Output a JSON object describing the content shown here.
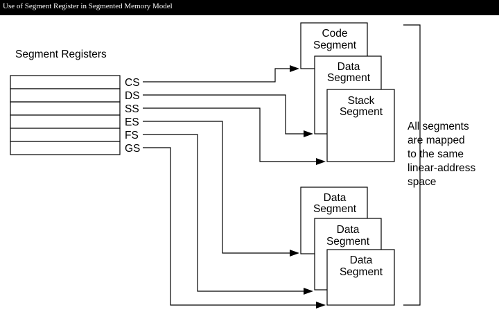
{
  "header": {
    "title": "Use of Segment Register in Segmented Memory Model"
  },
  "registers": {
    "heading": "Segment Registers",
    "labels": [
      "CS",
      "DS",
      "SS",
      "ES",
      "FS",
      "GS"
    ]
  },
  "top_group": {
    "segments": [
      [
        "Code",
        "Segment"
      ],
      [
        "Data",
        "Segment"
      ],
      [
        "Stack",
        "Segment"
      ]
    ]
  },
  "bottom_group": {
    "segments": [
      [
        "Data",
        "Segment"
      ],
      [
        "Data",
        "Segment"
      ],
      [
        "Data",
        "Segment"
      ]
    ]
  },
  "note": [
    "All segments",
    "are mapped",
    "to the same",
    "linear-address",
    "space"
  ]
}
